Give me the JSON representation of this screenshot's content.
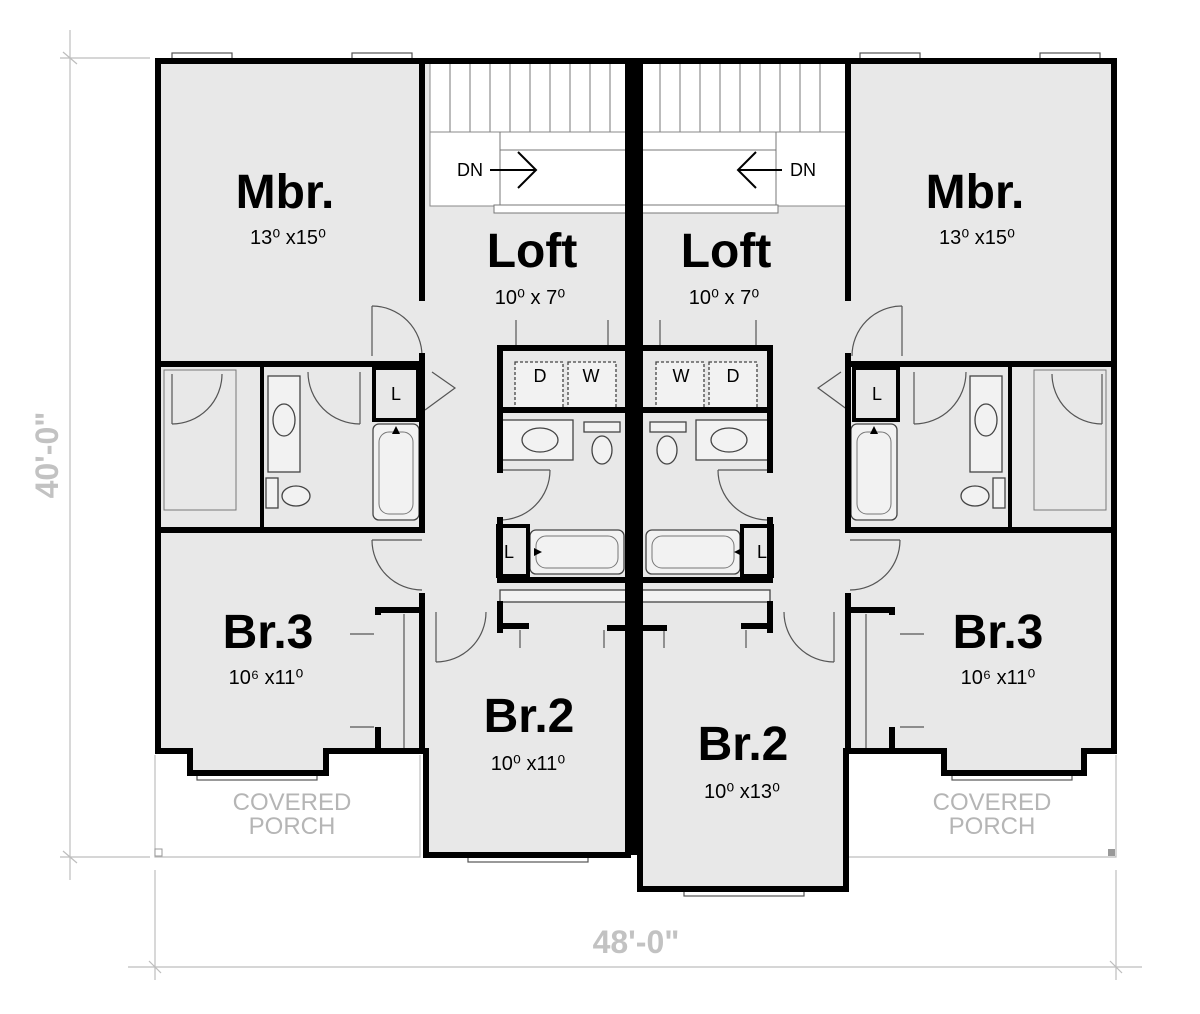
{
  "rooms": {
    "mbr_left": {
      "name": "Mbr.",
      "size": "13⁰ x15⁰"
    },
    "mbr_right": {
      "name": "Mbr.",
      "size": "13⁰ x15⁰"
    },
    "loft_left": {
      "name": "Loft",
      "size": "10⁰ x  7⁰"
    },
    "loft_right": {
      "name": "Loft",
      "size": "10⁰ x  7⁰"
    },
    "br3_left": {
      "name": "Br.3",
      "size": "10⁶ x11⁰"
    },
    "br3_right": {
      "name": "Br.3",
      "size": "10⁶ x11⁰"
    },
    "br2_left": {
      "name": "Br.2",
      "size": "10⁰ x11⁰"
    },
    "br2_right": {
      "name": "Br.2",
      "size": "10⁰ x13⁰"
    }
  },
  "stairs": {
    "left_label": "DN",
    "right_label": "DN"
  },
  "laundry": {
    "dryer": "D",
    "washer": "W"
  },
  "linen": "L",
  "porch": {
    "line1": "COVERED",
    "line2": "PORCH"
  },
  "dimensions": {
    "width": "48'-0\"",
    "depth": "40'-0\""
  }
}
